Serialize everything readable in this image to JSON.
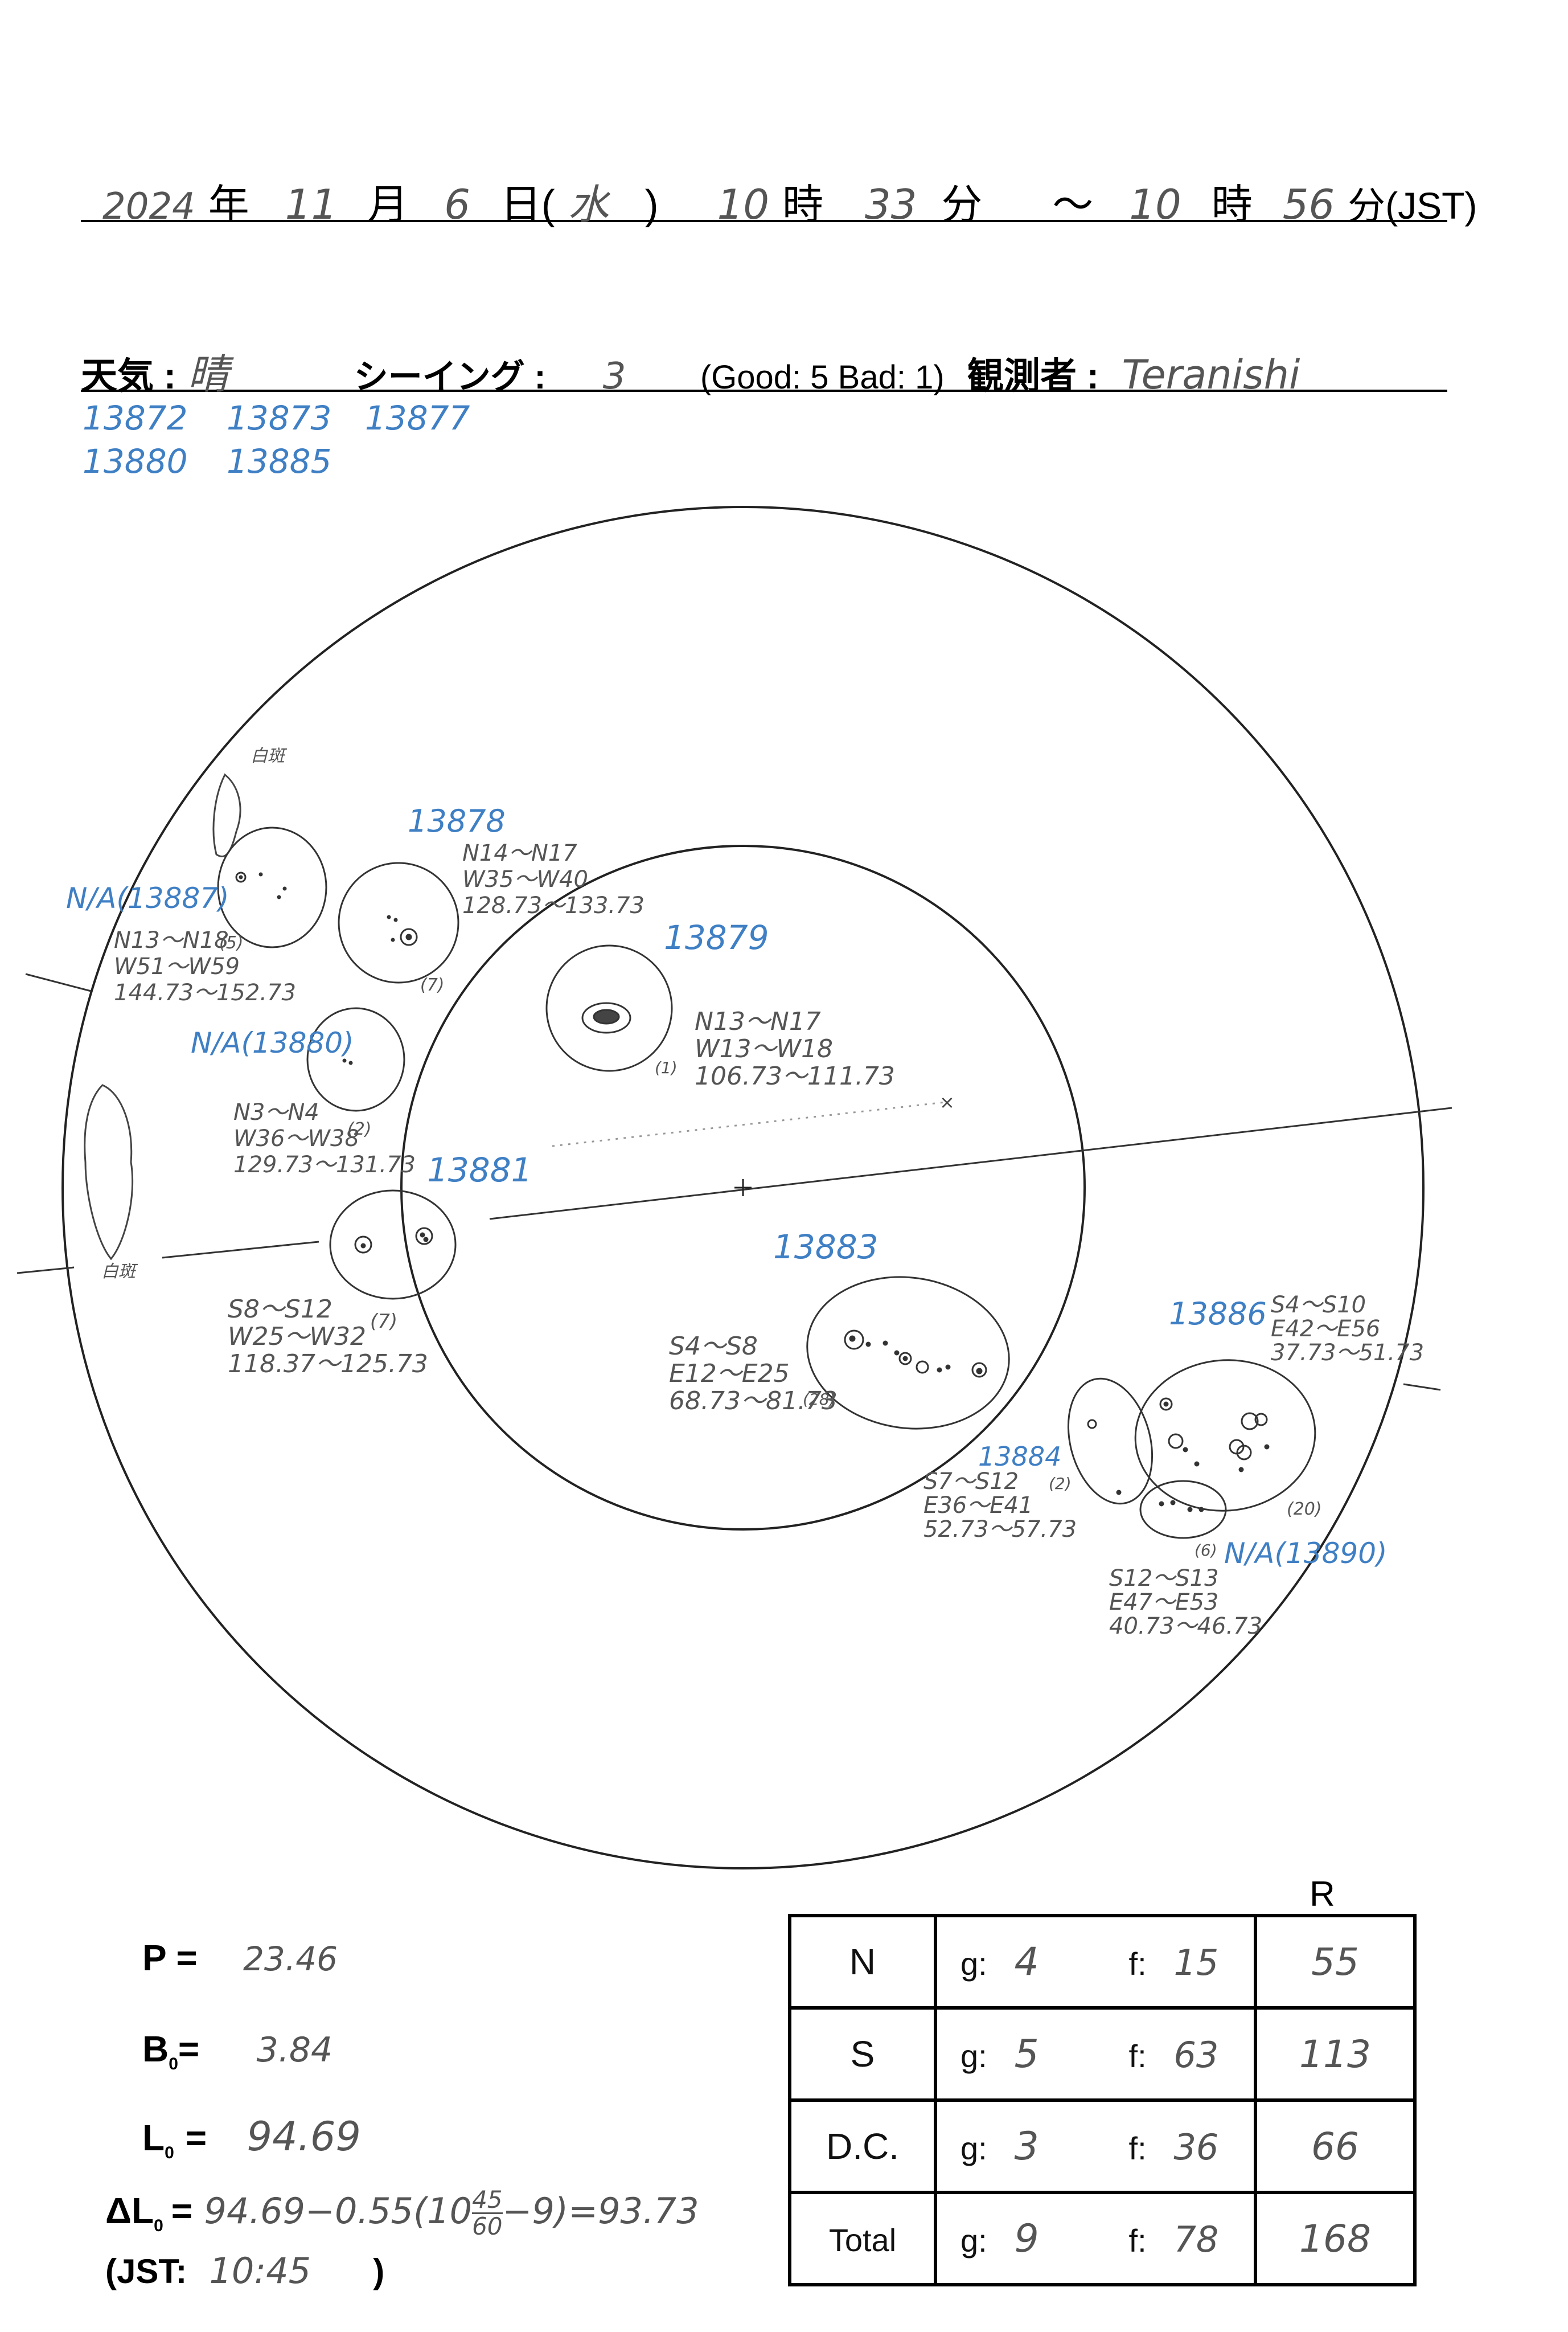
{
  "header": {
    "year": "2024",
    "year_unit": "年",
    "month": "11",
    "month_unit": "月",
    "day": "6",
    "day_unit": "日(",
    "weekday": "水",
    "paren_close": ")",
    "start_hour": "10",
    "hour_unit_1": "時",
    "start_min": "33",
    "min_unit_1": "分",
    "tilde": "～",
    "end_hour": "10",
    "hour_unit_2": "時",
    "end_min": "56",
    "min_unit_2": "分(JST)"
  },
  "conditions": {
    "weather_label": "天気 :",
    "weather_value": "晴",
    "seeing_label": "シーイング :",
    "seeing_value": "3",
    "seeing_scale": "(Good: 5  Bad: 1)",
    "observer_label": "観測者 :",
    "observer_value": "Teranishi"
  },
  "region_list": {
    "row1": [
      "13872",
      "13873",
      "13877"
    ],
    "row2": [
      "13880",
      "13885"
    ]
  },
  "annotations": {
    "plage_top": "白斑",
    "plage_bottom": "白斑",
    "r13878": {
      "label": "13878",
      "lat": "N14～N17",
      "lon": "W35～W40",
      "range": "128.73～133.73",
      "count": "(7)"
    },
    "r13887": {
      "label": "N/A(13887)",
      "lat": "N13～N18",
      "lon": "W51～W59",
      "range": "144.73～152.73",
      "count": "(5)"
    },
    "r13880": {
      "label": "N/A(13880)",
      "lat": "N3～N4",
      "lon": "W36～W38",
      "range": "129.73～131.73",
      "count": "(2)"
    },
    "r13879": {
      "label": "13879",
      "lat": "N13～N17",
      "lon": "W13～W18",
      "range": "106.73～111.73",
      "count": "(1)"
    },
    "r13881": {
      "label": "13881",
      "lat": "S8～S12",
      "lon": "W25～W32",
      "range": "118.37～125.73",
      "count": "(7)"
    },
    "r13883": {
      "label": "13883",
      "lat": "S4～S8",
      "lon": "E12～E25",
      "range": "68.73～81.73",
      "count": "(28)"
    },
    "r13886": {
      "label": "13886",
      "lat": "S4～S10",
      "lon": "E42～E56",
      "range": "37.73～51.73",
      "count": "(20)"
    },
    "r13884": {
      "label": "13884",
      "lat": "S7～S12",
      "lon": "E36～E41",
      "range": "52.73～57.73",
      "count": "(2)"
    },
    "r13890": {
      "label": "N/A(13890)",
      "lat": "S12～S13",
      "lon": "E47～E53",
      "range": "40.73～46.73",
      "count": "(6)"
    }
  },
  "params": {
    "p_label": "P =",
    "p_value": "23.46",
    "b0_label": "B",
    "b0_sub": "0",
    "b0_eq": "=",
    "b0_value": "3.84",
    "l0_label": "L",
    "l0_sub": "0",
    "l0_eq": "=",
    "l0_value": "94.69",
    "dl0_label": "ΔL",
    "dl0_sub": "0",
    "dl0_eq": "=",
    "dl0_formula_a": "94.69−0.55(10",
    "dl0_frac_num": "45",
    "dl0_frac_den": "60",
    "dl0_formula_b": "−9)=93.73",
    "jst_label": "(JST:",
    "jst_value": "10:45",
    "jst_close": ")"
  },
  "summary_table": {
    "r_header": "R",
    "g_label": "g:",
    "f_label": "f:",
    "rows": [
      {
        "name": "N",
        "g": "4",
        "f": "15",
        "r": "55"
      },
      {
        "name": "S",
        "g": "5",
        "f": "63",
        "r": "113"
      },
      {
        "name": "D.C.",
        "g": "3",
        "f": "36",
        "r": "66"
      },
      {
        "name": "Total",
        "g": "9",
        "f": "78",
        "r": "168"
      }
    ]
  }
}
